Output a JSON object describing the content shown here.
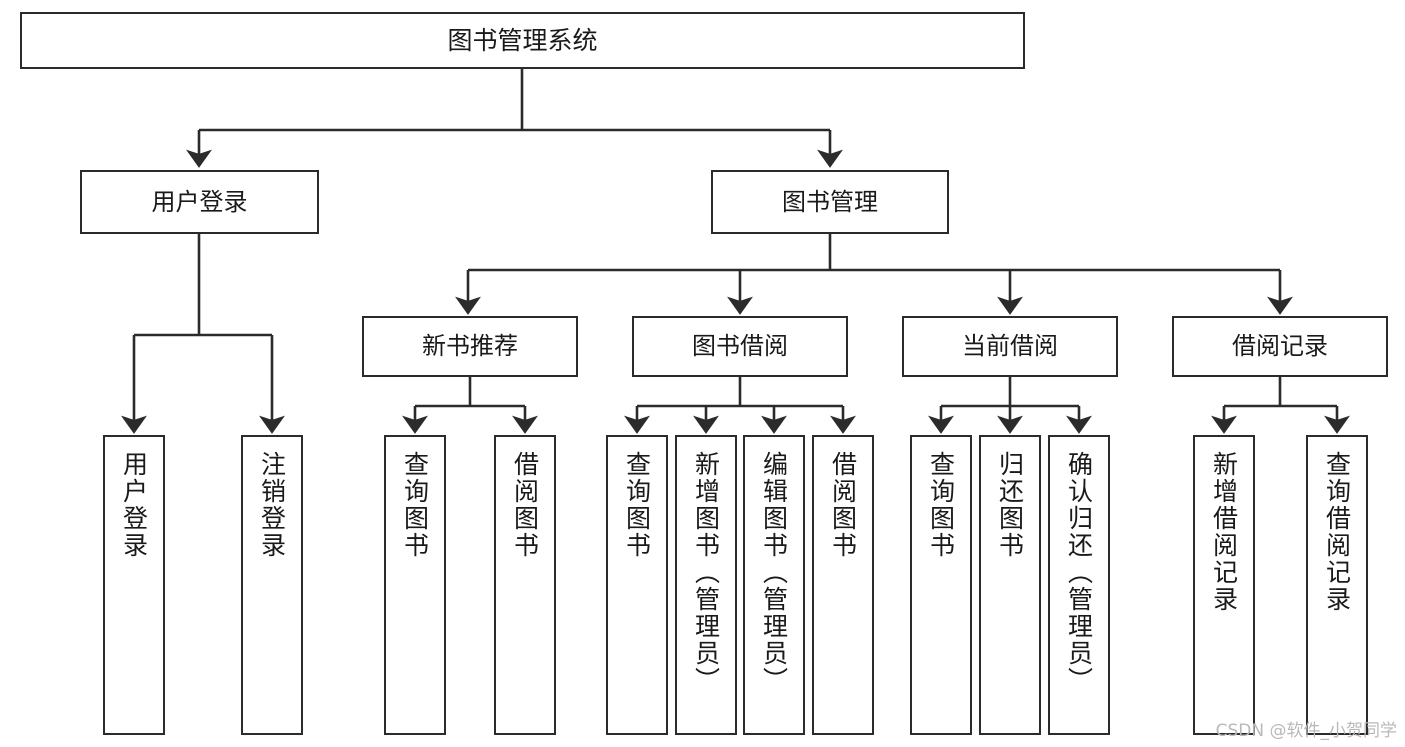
{
  "diagram": {
    "title": "图书管理系统",
    "watermark": "CSDN @软件_小贺同学",
    "line_color": "#2b2b2b",
    "box_fill": "#ffffff",
    "text_color": "#1a1a1a",
    "watermark_color": "#b9b9b9"
  },
  "nodes": {
    "root": {
      "label": "图书管理系统"
    },
    "level1": [
      {
        "label": "用户登录"
      },
      {
        "label": "图书管理"
      }
    ],
    "level2": [
      {
        "label": "新书推荐"
      },
      {
        "label": "图书借阅"
      },
      {
        "label": "当前借阅"
      },
      {
        "label": "借阅记录"
      }
    ],
    "leaves": {
      "user_login": [
        {
          "label": "用户登录"
        },
        {
          "label": "注销登录"
        }
      ],
      "new_book_recommend": [
        {
          "label": "查询图书"
        },
        {
          "label": "借阅图书"
        }
      ],
      "book_borrow": [
        {
          "label": "查询图书"
        },
        {
          "label": "新增图书（管理员）"
        },
        {
          "label": "编辑图书（管理员）"
        },
        {
          "label": "借阅图书"
        }
      ],
      "current_borrow": [
        {
          "label": "查询图书"
        },
        {
          "label": "归还图书"
        },
        {
          "label": "确认归还（管理员）"
        }
      ],
      "borrow_record": [
        {
          "label": "新增借阅记录"
        },
        {
          "label": "查询借阅记录"
        }
      ]
    }
  }
}
